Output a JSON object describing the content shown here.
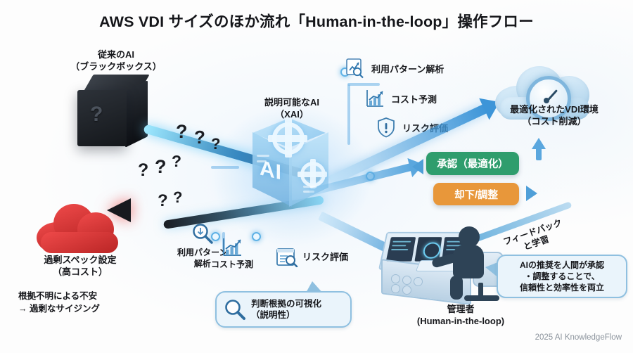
{
  "title": "AWS VDI サイズのほか流れ「Human-in-the-loop」操作フロー",
  "footer": "2025 AI KnowledgeFlow",
  "blackbox": {
    "label_line1": "従来のAI",
    "label_line2": "（ブラックボックス）",
    "glyph": "?",
    "question_marks": [
      "?",
      "?",
      "?",
      "?",
      "?",
      "?",
      "?",
      "?"
    ]
  },
  "problem": {
    "cloud_label_line1": "過剰スペック設定",
    "cloud_label_line2": "（高コスト）",
    "note_line1": "根拠不明による不安",
    "note_line2": "→ 過剰なサイジング",
    "cloud_color": "#d32f2f"
  },
  "xai": {
    "label_line1": "説明可能なAI",
    "label_line2": "（XAI）",
    "cube_text": "AI"
  },
  "analysis_top": [
    {
      "icon": "chart-magnifier-icon",
      "label": "利用パターン解析"
    },
    {
      "icon": "bar-chart-icon",
      "label": "コスト予測"
    },
    {
      "icon": "shield-alert-icon",
      "label": "リスク評価"
    }
  ],
  "analysis_bottom": [
    {
      "icon": "magnifier-icon",
      "label_line1": "利用パターン",
      "label_line2": "解析"
    },
    {
      "icon": "bar-chart-icon",
      "label_line1": "コスト予測",
      "label_line2": ""
    },
    {
      "icon": "document-search-icon",
      "label_line1": "リスク評価",
      "label_line2": ""
    }
  ],
  "explainability_callout": {
    "icon": "magnifier-icon",
    "line1": "判断根拠の可視化",
    "line2": "（説明性）"
  },
  "decisions": {
    "approve_label": "承認（最適化）",
    "approve_color": "#2f9d6d",
    "reject_label": "却下/調整",
    "reject_color": "#e8973a"
  },
  "outcome": {
    "icon": "gauge-icon",
    "label_line1": "最適化されたVDI環境",
    "label_line2": "（コスト削減）",
    "cloud_color": "#a8cfe9"
  },
  "operator": {
    "label_line1": "管理者",
    "label_line2": "(Human-in-the-loop)"
  },
  "feedback": {
    "line1": "フィードバック",
    "line2": "と学習"
  },
  "bubble": {
    "line1": "AIの推奨を人間が承認",
    "line2": "・調整することで、",
    "line3": "信頼性と効率性を両立"
  }
}
